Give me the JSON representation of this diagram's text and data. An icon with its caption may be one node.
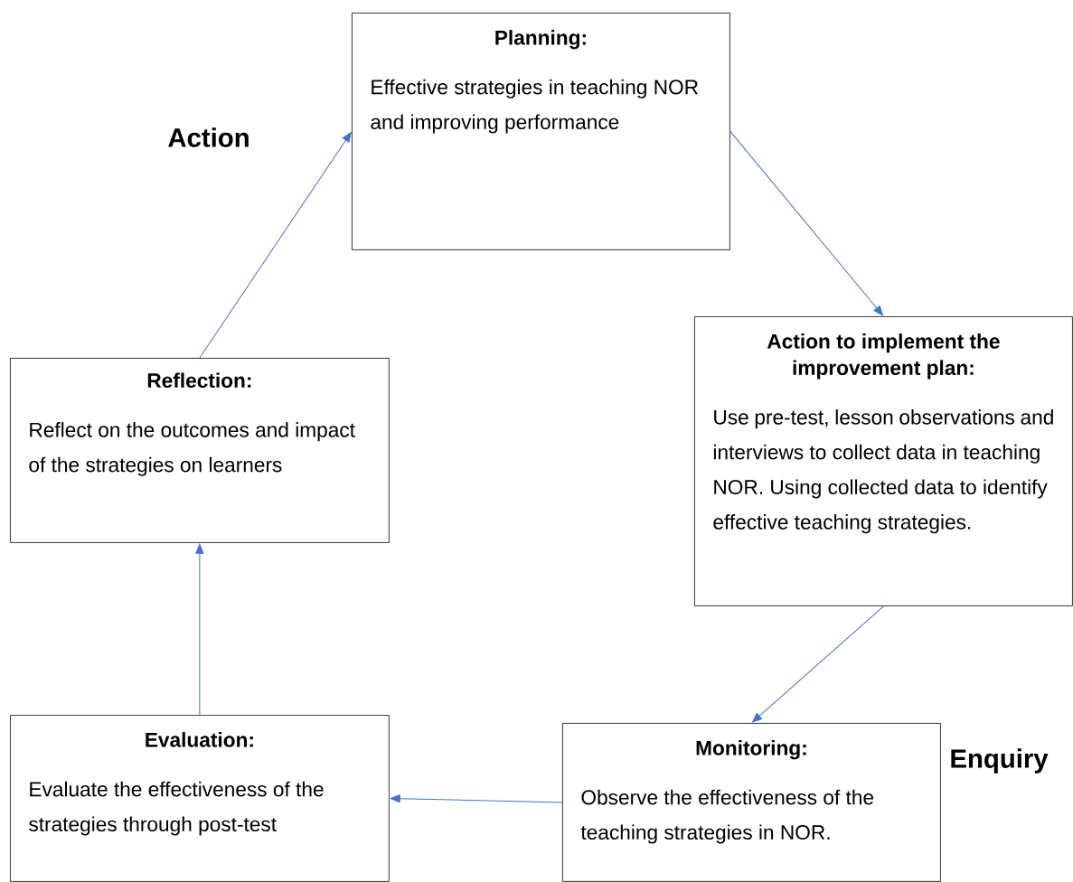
{
  "diagram": {
    "nodes": [
      {
        "text": [
          "Planning:",
          "Effective strategies in teaching NOR and improving performance"
        ]
      },
      {
        "text": [
          "Action to implement the improvement plan:",
          "Use pre-test, lesson observations and interviews to collect data in teaching NOR. Using collected data to identify effective teaching strategies."
        ]
      },
      {
        "text": [
          "Monitoring:",
          "Observe the effectiveness of the teaching strategies in NOR."
        ]
      },
      {
        "text": [
          "Evaluation:",
          "Evaluate the effectiveness of the strategies through post-test"
        ]
      },
      {
        "text": [
          "Reflection:",
          "Reflect on the outcomes and impact of the strategies on learners"
        ]
      }
    ],
    "edges": [
      {
        "from": 0,
        "to": 1,
        "arrow": "to"
      },
      {
        "from": 1,
        "to": 2,
        "arrow": "to"
      },
      {
        "from": 2,
        "to": 3,
        "arrow": "to"
      },
      {
        "from": 3,
        "to": 4,
        "arrow": "to"
      },
      {
        "from": 4,
        "to": 0,
        "arrow": "to"
      }
    ],
    "labels": [
      "Action",
      "Enquiry"
    ]
  }
}
